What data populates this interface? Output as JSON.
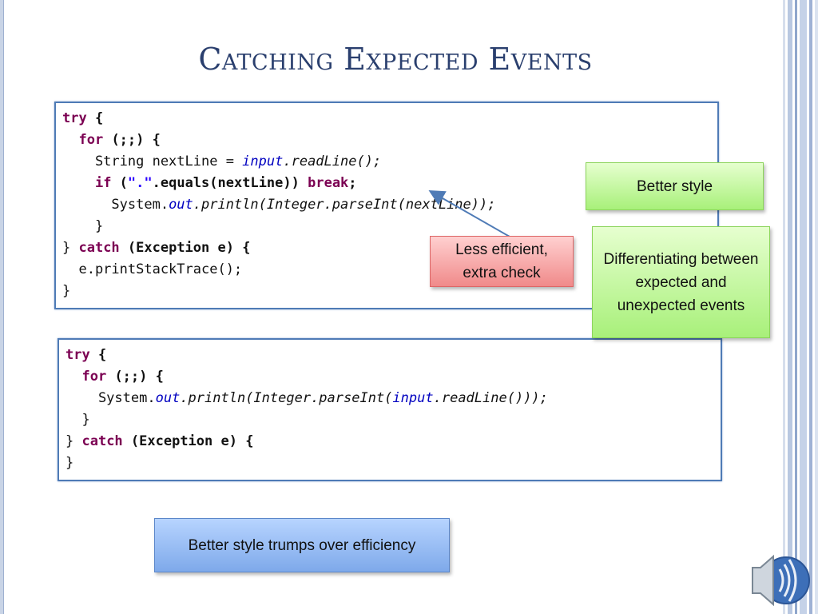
{
  "slide": {
    "title": "Catching Expected Events",
    "code1": {
      "l1_kw": "try",
      "l1_rest": " {",
      "l2_pad": "  ",
      "l2_kw": "for",
      "l2_rest": " (;;) {",
      "l3_pre": "    String nextLine = ",
      "l3_field": "input",
      "l3_call": ".readLine();",
      "l4_pad": "    ",
      "l4_kw": "if",
      "l4_a": " (",
      "l4_str": "\".\"",
      "l4_b": ".equals(nextLine)) ",
      "l4_kw2": "break",
      "l4_c": ";",
      "l5_pre": "      System.",
      "l5_field": "out",
      "l5_call": ".println(Integer.parseInt(nextLine));",
      "l6": "    }",
      "l7_a": "} ",
      "l7_kw": "catch",
      "l7_b": " (Exception e) {",
      "l8": "  e.printStackTrace();",
      "l9": "}"
    },
    "code2": {
      "l1_kw": "try",
      "l1_rest": " {",
      "l2_pad": "  ",
      "l2_kw": "for",
      "l2_rest": " (;;) {",
      "l3_pre": "    System.",
      "l3_field": "out",
      "l3_call1": ".println(Integer.parseInt(",
      "l3_field2": "input",
      "l3_call2": ".readLine()));",
      "l4": "  }",
      "l5_a": "} ",
      "l5_kw": "catch",
      "l5_b": " (Exception e) {",
      "l6": "}"
    },
    "callouts": {
      "better_style": "Better style",
      "differentiating": "Differentiating between expected and unexpected events",
      "less_efficient": "Less efficient, extra check",
      "trumps": "Better style trumps over efficiency"
    },
    "icons": {
      "speaker": "speaker-icon"
    },
    "colors": {
      "title": "#2a3f6e",
      "border": "#4f7bb6",
      "keyword": "#7b0052",
      "field": "#0000c0",
      "string": "#2a00ff"
    }
  }
}
